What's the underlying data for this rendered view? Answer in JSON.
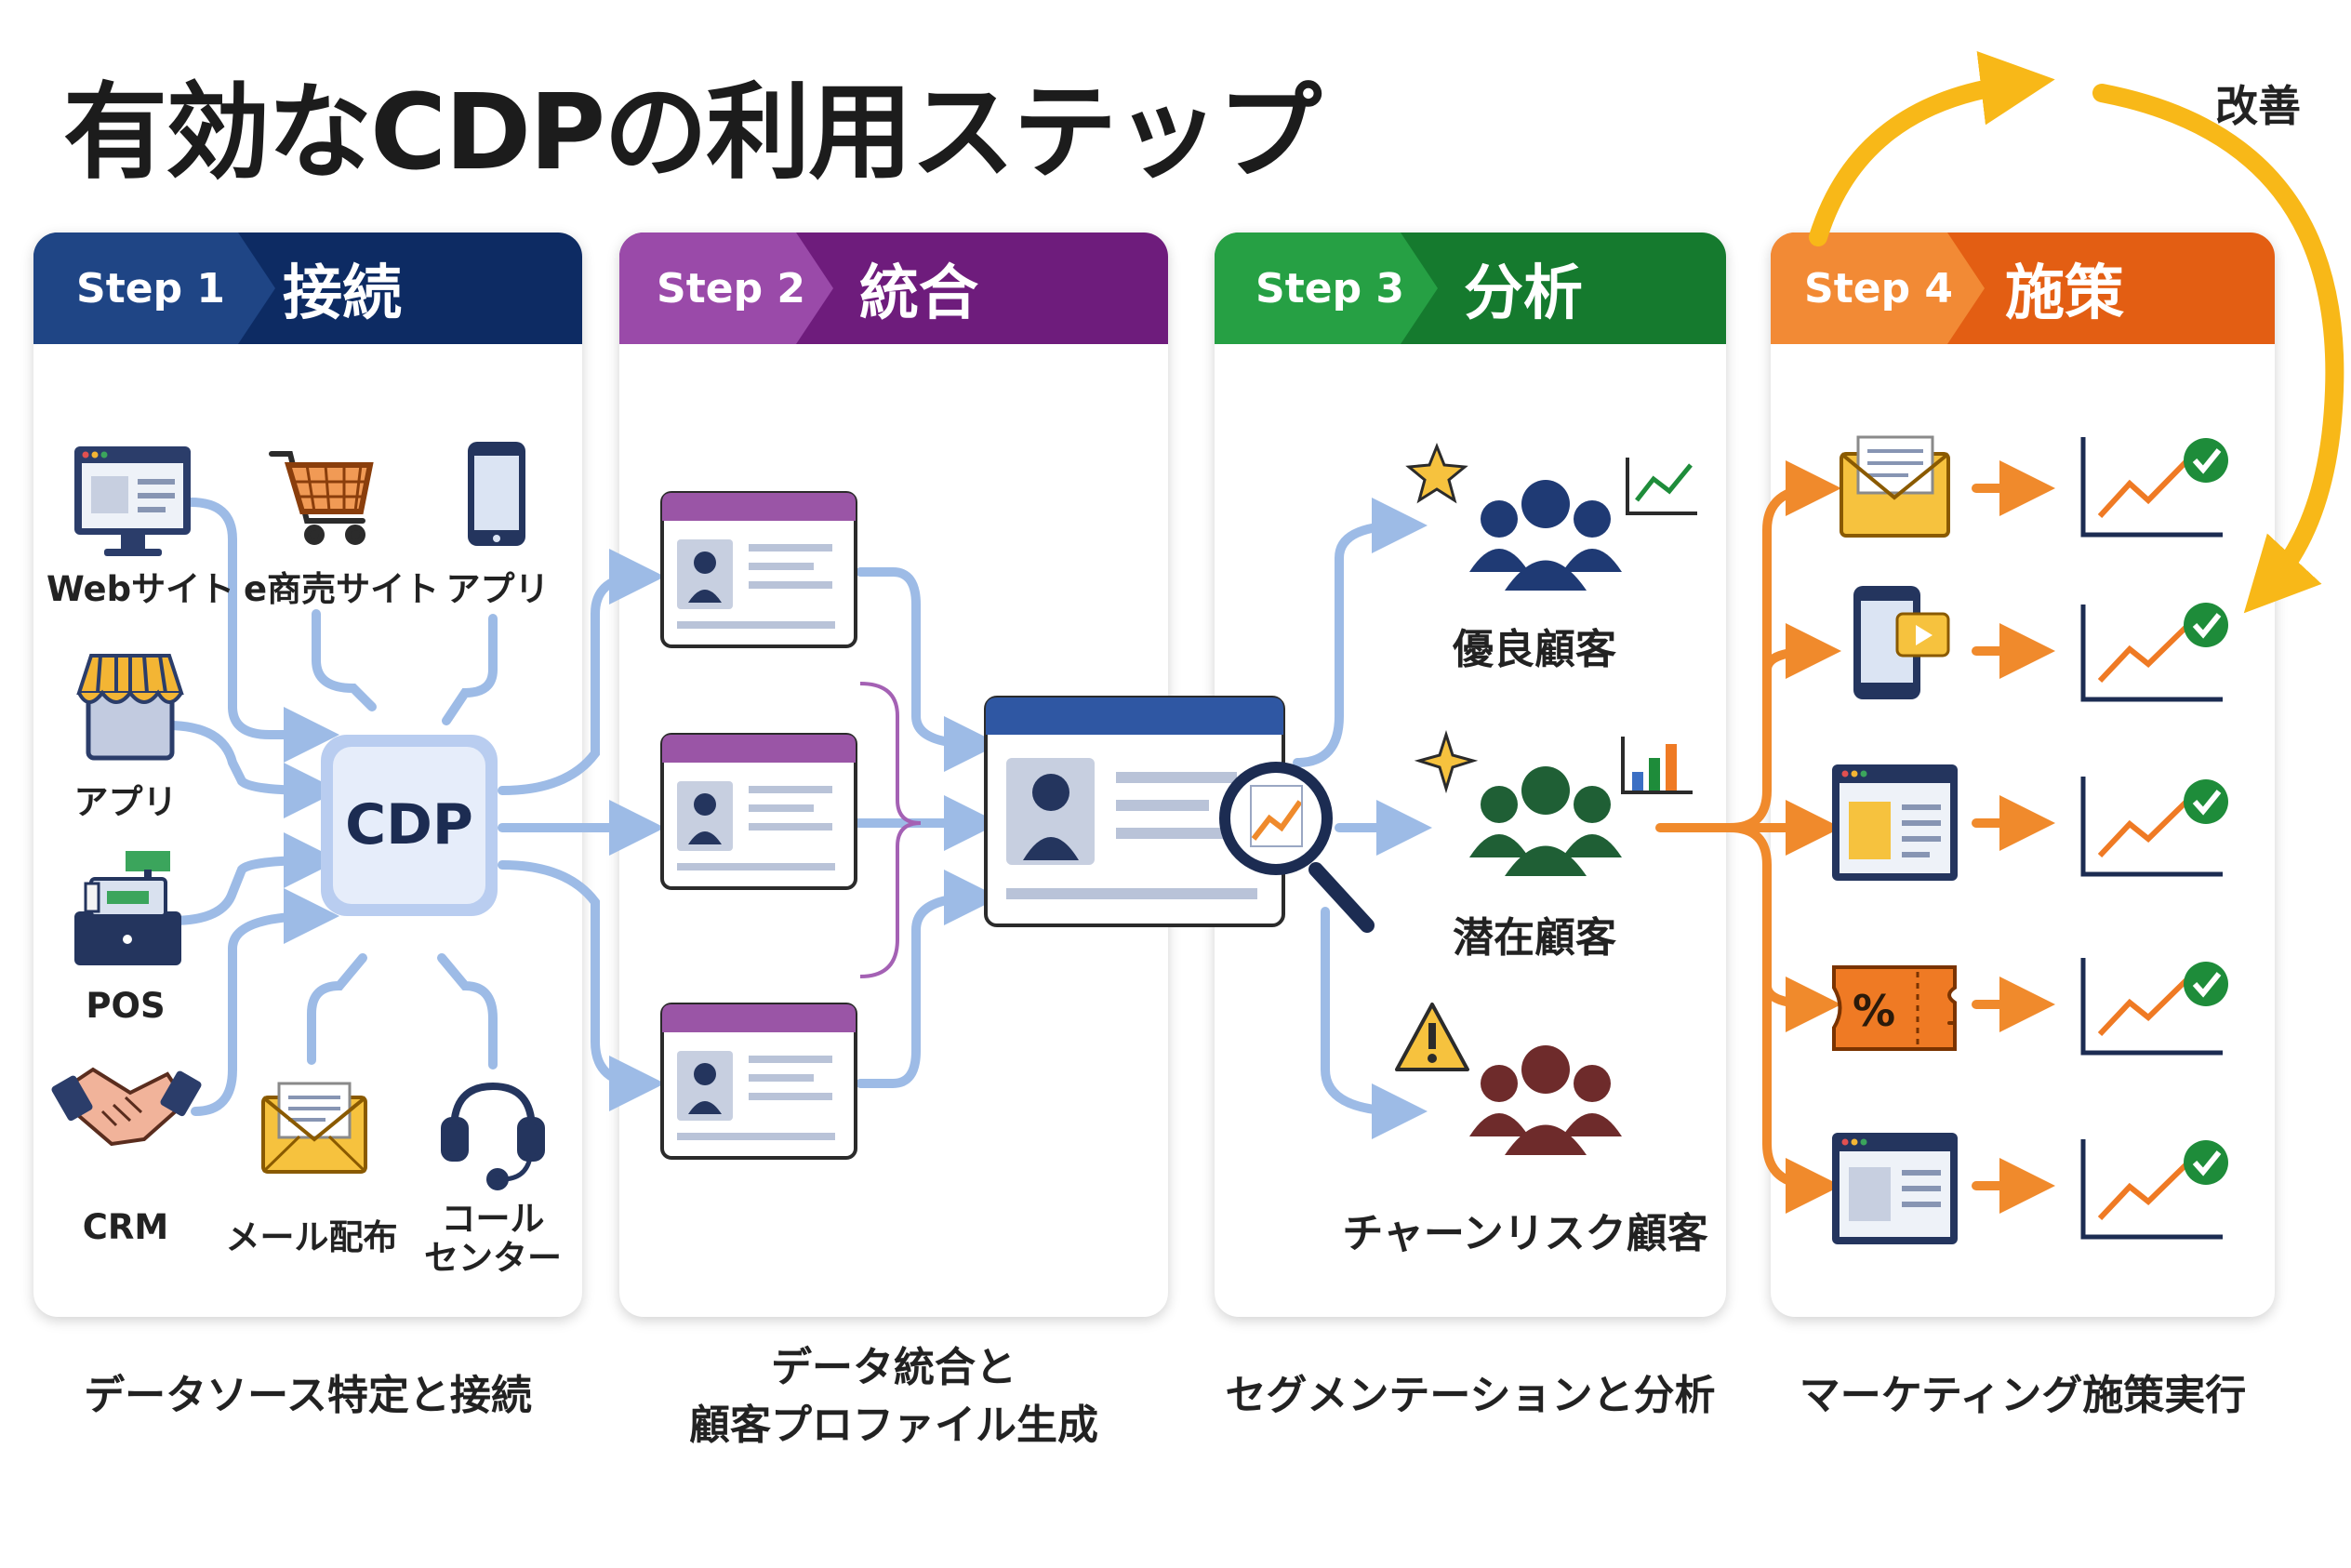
{
  "title": "有効なCDPの利用ステップ",
  "loop_label": "改善",
  "steps": [
    {
      "step": "Step 1",
      "name": "接続",
      "caption": "データソース特定と接続"
    },
    {
      "step": "Step 2",
      "name": "統合",
      "caption": "データ統合と\n顧客プロファイル生成"
    },
    {
      "step": "Step 3",
      "name": "分析",
      "caption": "セグメンテーションと分析"
    },
    {
      "step": "Step 4",
      "name": "施策",
      "caption": "マーケティング施策実行"
    }
  ],
  "sources": [
    "Webサイト",
    "e商売サイト",
    "アプリ",
    "アプリ",
    "POS",
    "CRM",
    "メール配布",
    "コール\nセンター"
  ],
  "hub_label": "CDP",
  "segments": [
    "優良顧客",
    "潜在顧客",
    "チャーンリスク顧客"
  ],
  "colors": {
    "step1": "#1f3a74",
    "step2": "#7d2a8e",
    "step3": "#1e8c3a",
    "step4": "#ef7a24",
    "connector": "#9dbbe6",
    "accent": "#f8b818"
  },
  "icons": [
    "monitor-icon",
    "cart-icon",
    "phone-icon",
    "shop-icon",
    "register-icon",
    "handshake-icon",
    "mail-icon",
    "headset-icon",
    "profile-card-icon",
    "magnifier-icon",
    "people-icon",
    "star-icon",
    "warning-icon",
    "chart-icon",
    "check-icon",
    "coupon-icon"
  ]
}
